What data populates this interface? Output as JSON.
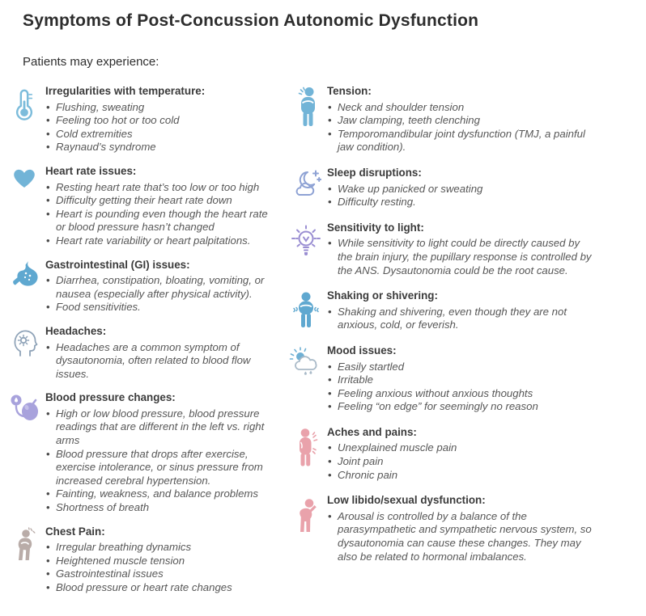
{
  "page": {
    "title": "Symptoms of Post-Concussion Autonomic Dysfunction",
    "subtitle": "Patients may experience:"
  },
  "colors": {
    "solid_blue": "#72b4d7",
    "deep_blue": "#5fa8d0",
    "thermometer_blue": "#7cbcdb",
    "gray_blue_outline": "#8fa3b8",
    "purple": "#a8a2dc",
    "bulb_purple": "#9a8ed2",
    "sleep_blue": "#8ea2d4",
    "cloud_gray": "#a9bac8",
    "pink": "#e9a2ab",
    "gray_pink": "#b9aca8",
    "heading_text": "#3b3b3b",
    "body_text": "#575757"
  },
  "sections": {
    "left": [
      {
        "icon": "thermometer-icon",
        "heading": "Irregularities with temperature:",
        "bullets": [
          "Flushing, sweating",
          "Feeling too hot or too cold",
          "Cold extremities",
          "Raynaud’s syndrome"
        ]
      },
      {
        "icon": "heart-icon",
        "heading": "Heart rate issues:",
        "bullets": [
          "Resting heart rate that’s too low or too high",
          "Difficulty getting their heart rate down",
          "Heart is pounding even though the heart rate or blood pressure hasn’t changed",
          "Heart rate variability or heart palpitations."
        ]
      },
      {
        "icon": "stomach-icon",
        "heading": "Gastrointestinal (GI) issues:",
        "bullets": [
          "Diarrhea, constipation, bloating, vomiting, or nausea (especially after physical activity).",
          "Food sensitivities."
        ]
      },
      {
        "icon": "headache-head-icon",
        "heading": "Headaches:",
        "bullets": [
          "Headaches are a common symptom of dysautonomia, often related to blood flow issues."
        ]
      },
      {
        "icon": "blood-pressure-icon",
        "heading": "Blood pressure changes:",
        "bullets": [
          "High or low blood pressure, blood pressure readings that are different in the left vs. right arms",
          "Blood pressure that drops after exercise, exercise intolerance, or sinus pressure from increased cerebral hypertension.",
          "Fainting, weakness, and balance problems",
          "Shortness of breath"
        ]
      },
      {
        "icon": "chest-pain-icon",
        "heading": "Chest Pain:",
        "bullets": [
          "Irregular breathing dynamics",
          "Heightened muscle tension",
          "Gastrointestinal issues",
          "Blood pressure or heart rate changes"
        ]
      }
    ],
    "right": [
      {
        "icon": "neck-tension-icon",
        "heading": "Tension:",
        "bullets": [
          "Neck and shoulder tension",
          "Jaw clamping, teeth clenching",
          "Temporomandibular joint dysfunction (TMJ, a painful jaw condition)."
        ]
      },
      {
        "icon": "sleep-moon-icon",
        "heading": "Sleep disruptions:",
        "bullets": [
          "Wake up panicked or sweating",
          "Difficulty resting."
        ]
      },
      {
        "icon": "light-bulb-icon",
        "heading": "Sensitivity to light:",
        "bullets": [
          "While sensitivity to light could be directly caused by the brain injury, the pupillary response is controlled by the ANS. Dysautonomia could be the root cause."
        ]
      },
      {
        "icon": "shivering-person-icon",
        "heading": "Shaking or shivering:",
        "bullets": [
          "Shaking and shivering, even though they are not anxious, cold, or feverish."
        ]
      },
      {
        "icon": "sun-cloud-rain-icon",
        "heading": "Mood issues:",
        "bullets": [
          "Easily startled",
          "Irritable",
          "Feeling anxious without anxious thoughts",
          "Feeling “on edge” for seemingly no reason"
        ]
      },
      {
        "icon": "body-aches-icon",
        "heading": "Aches and pains:",
        "bullets": [
          "Unexplained muscle pain",
          "Joint pain",
          "Chronic pain"
        ]
      },
      {
        "icon": "low-libido-icon",
        "heading": "Low libido/sexual dysfunction:",
        "bullets": [
          "Arousal is controlled by a balance of the parasympathetic and sympathetic nervous system, so dysautonomia can cause these changes. They may also be related to hormonal imbalances."
        ]
      }
    ]
  }
}
